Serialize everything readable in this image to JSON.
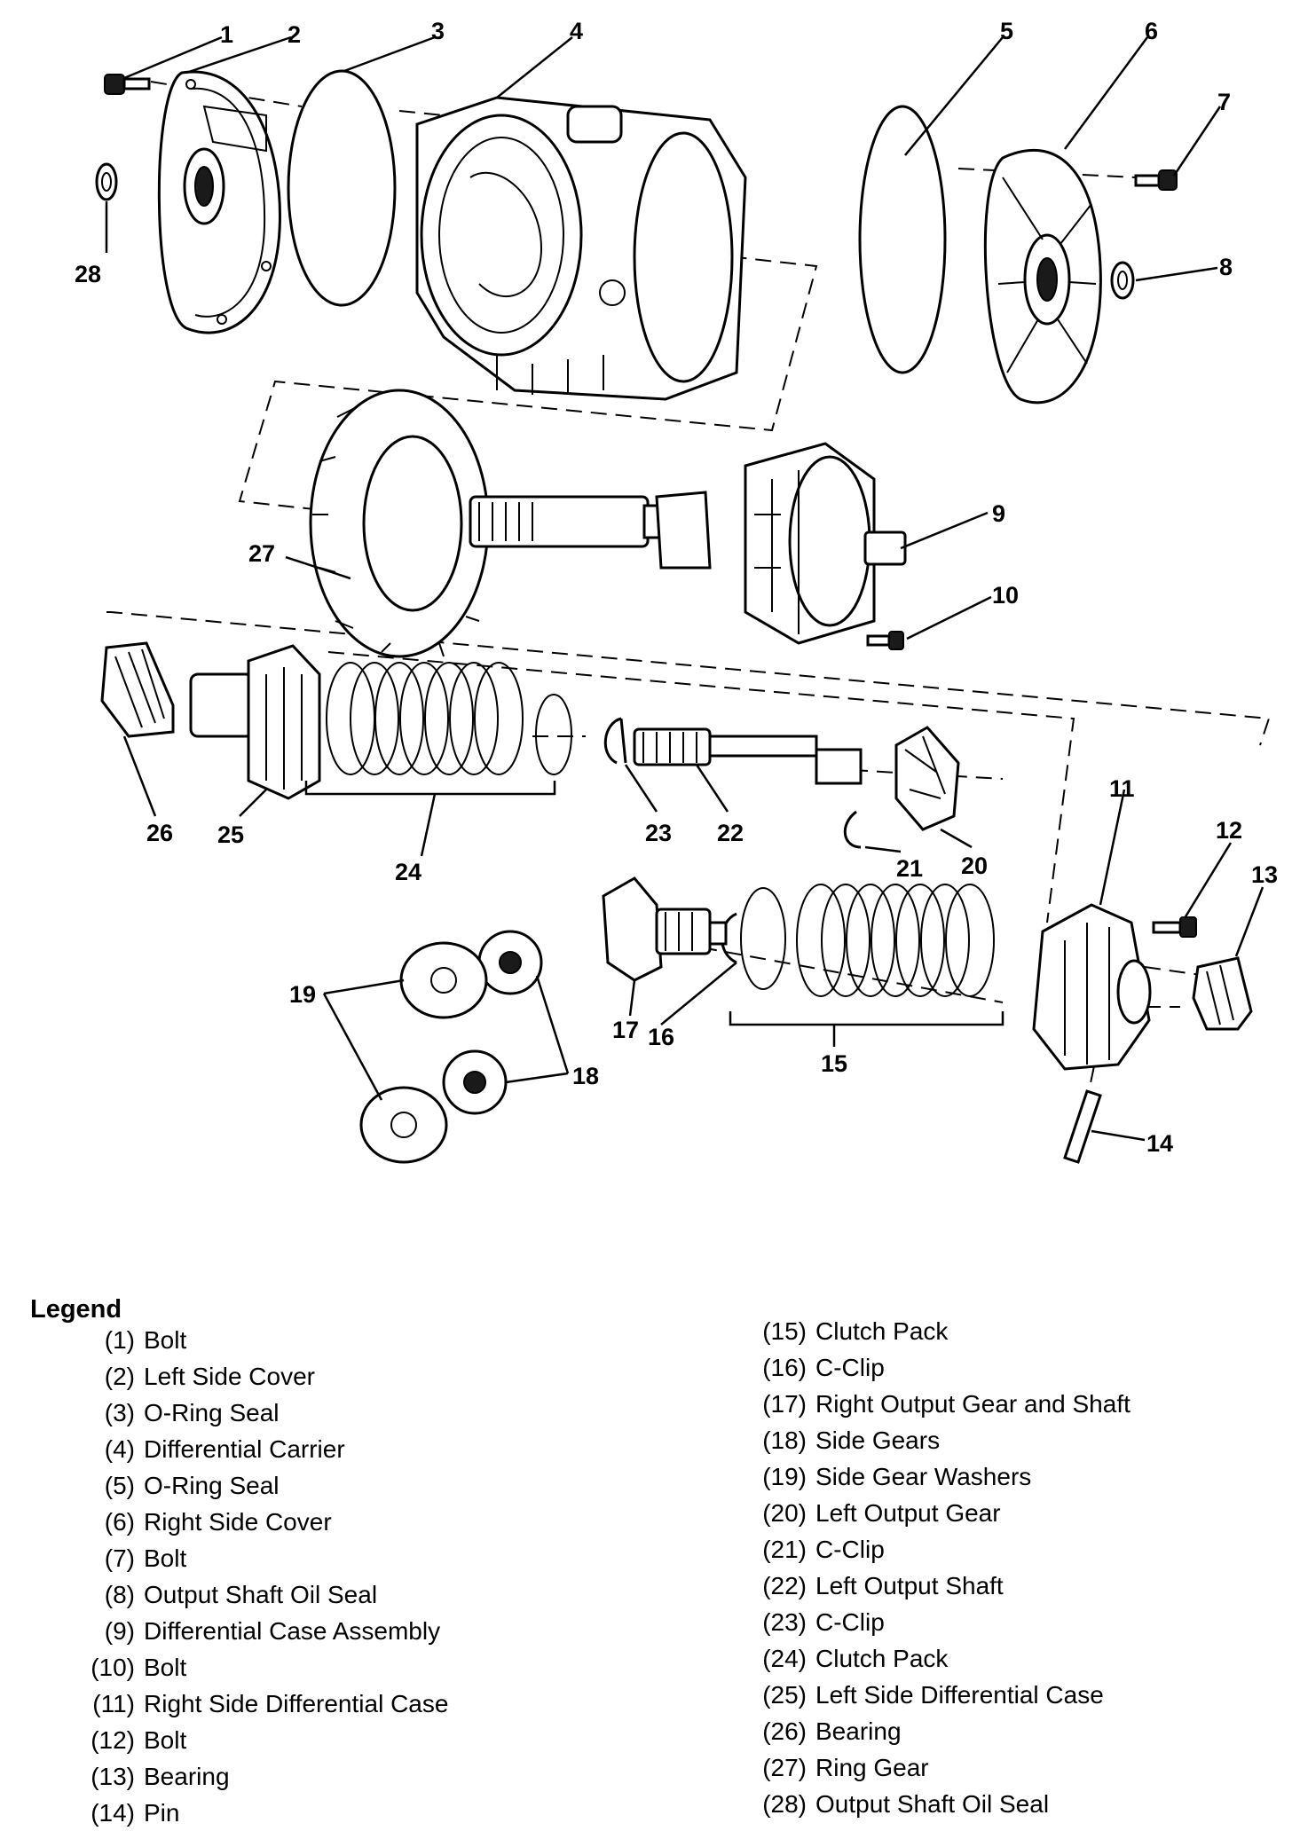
{
  "callouts": [
    "1",
    "2",
    "3",
    "4",
    "5",
    "6",
    "7",
    "8",
    "9",
    "10",
    "11",
    "12",
    "13",
    "14",
    "15",
    "16",
    "17",
    "18",
    "19",
    "20",
    "21",
    "22",
    "23",
    "24",
    "25",
    "26",
    "27",
    "28"
  ],
  "legend": {
    "title": "Legend",
    "left": [
      {
        "num": "(1)",
        "label": "Bolt"
      },
      {
        "num": "(2)",
        "label": "Left Side Cover"
      },
      {
        "num": "(3)",
        "label": "O-Ring Seal"
      },
      {
        "num": "(4)",
        "label": "Differential Carrier"
      },
      {
        "num": "(5)",
        "label": "O-Ring Seal"
      },
      {
        "num": "(6)",
        "label": "Right Side Cover"
      },
      {
        "num": "(7)",
        "label": "Bolt"
      },
      {
        "num": "(8)",
        "label": "Output Shaft Oil Seal"
      },
      {
        "num": "(9)",
        "label": "Differential Case Assembly"
      },
      {
        "num": "(10)",
        "label": "Bolt"
      },
      {
        "num": "(11)",
        "label": "Right Side Differential Case"
      },
      {
        "num": "(12)",
        "label": "Bolt"
      },
      {
        "num": "(13)",
        "label": "Bearing"
      },
      {
        "num": "(14)",
        "label": "Pin"
      }
    ],
    "right": [
      {
        "num": "(15)",
        "label": "Clutch Pack"
      },
      {
        "num": "(16)",
        "label": "C-Clip"
      },
      {
        "num": "(17)",
        "label": "Right Output Gear and Shaft"
      },
      {
        "num": "(18)",
        "label": "Side Gears"
      },
      {
        "num": "(19)",
        "label": "Side Gear Washers"
      },
      {
        "num": "(20)",
        "label": "Left Output Gear"
      },
      {
        "num": "(21)",
        "label": "C-Clip"
      },
      {
        "num": "(22)",
        "label": "Left Output Shaft"
      },
      {
        "num": "(23)",
        "label": "C-Clip"
      },
      {
        "num": "(24)",
        "label": "Clutch Pack"
      },
      {
        "num": "(25)",
        "label": "Left Side Differential Case"
      },
      {
        "num": "(26)",
        "label": "Bearing"
      },
      {
        "num": "(27)",
        "label": "Ring Gear"
      },
      {
        "num": "(28)",
        "label": "Output Shaft Oil Seal"
      }
    ]
  }
}
